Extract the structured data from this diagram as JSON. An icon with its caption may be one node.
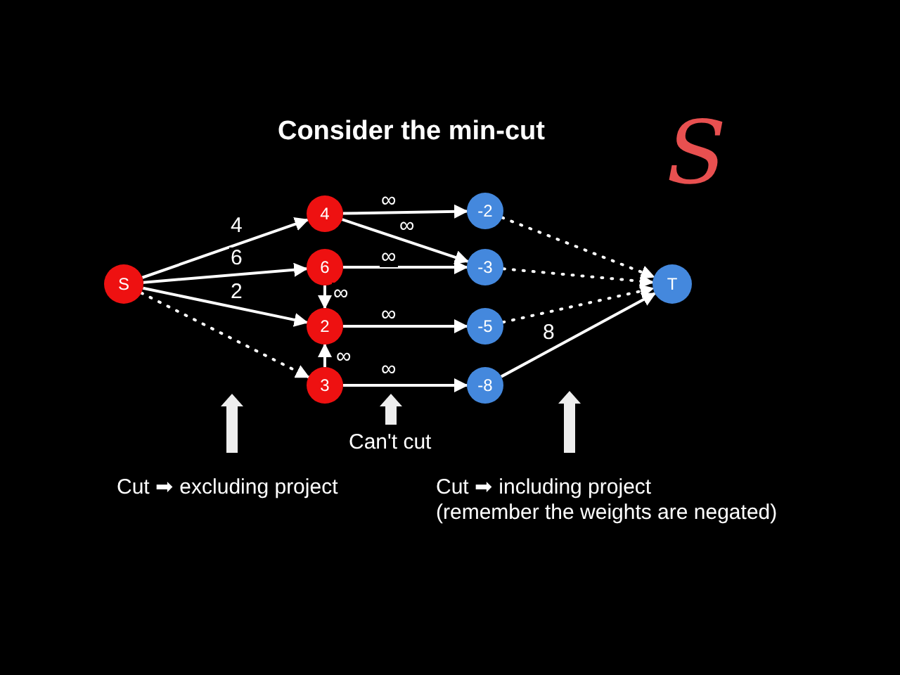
{
  "diagram": {
    "title": "Consider the min-cut",
    "nodes": [
      {
        "text": [
          "S"
        ]
      },
      {
        "text": [
          "4"
        ]
      },
      {
        "text": [
          "6"
        ]
      },
      {
        "text": [
          "2"
        ]
      },
      {
        "text": [
          "3"
        ]
      },
      {
        "text": [
          "-2"
        ]
      },
      {
        "text": [
          "-3"
        ]
      },
      {
        "text": [
          "-5"
        ]
      },
      {
        "text": [
          "-8"
        ]
      },
      {
        "text": [
          "T"
        ]
      }
    ],
    "edges": [
      {
        "from": 0,
        "to": 1,
        "arrow": "to",
        "label": "4"
      },
      {
        "from": 0,
        "to": 2,
        "arrow": "to",
        "label": "6"
      },
      {
        "from": 0,
        "to": 3,
        "arrow": "to",
        "label": "2"
      },
      {
        "from": 0,
        "to": 4,
        "arrow": "to",
        "style": "dashed"
      },
      {
        "from": 1,
        "to": 5,
        "arrow": "to",
        "label": "∞"
      },
      {
        "from": 1,
        "to": 6,
        "arrow": "to",
        "label": "∞"
      },
      {
        "from": 2,
        "to": 6,
        "arrow": "to",
        "label": "∞"
      },
      {
        "from": 2,
        "to": 3,
        "arrow": "to",
        "label": "∞"
      },
      {
        "from": 3,
        "to": 7,
        "arrow": "to",
        "label": "∞"
      },
      {
        "from": 4,
        "to": 3,
        "arrow": "to",
        "label": "∞"
      },
      {
        "from": 4,
        "to": 8,
        "arrow": "to",
        "label": "∞"
      },
      {
        "from": 5,
        "to": 9,
        "arrow": "to",
        "style": "dashed"
      },
      {
        "from": 6,
        "to": 9,
        "arrow": "to",
        "style": "dashed"
      },
      {
        "from": 7,
        "to": 9,
        "arrow": "to",
        "style": "dashed"
      },
      {
        "from": 8,
        "to": 9,
        "arrow": "to",
        "label": "8"
      }
    ],
    "labels": [
      "S",
      "Can't cut",
      "Cut ➡ excluding project",
      "Cut ➡ including project",
      "(remember the weights are negated)"
    ]
  }
}
